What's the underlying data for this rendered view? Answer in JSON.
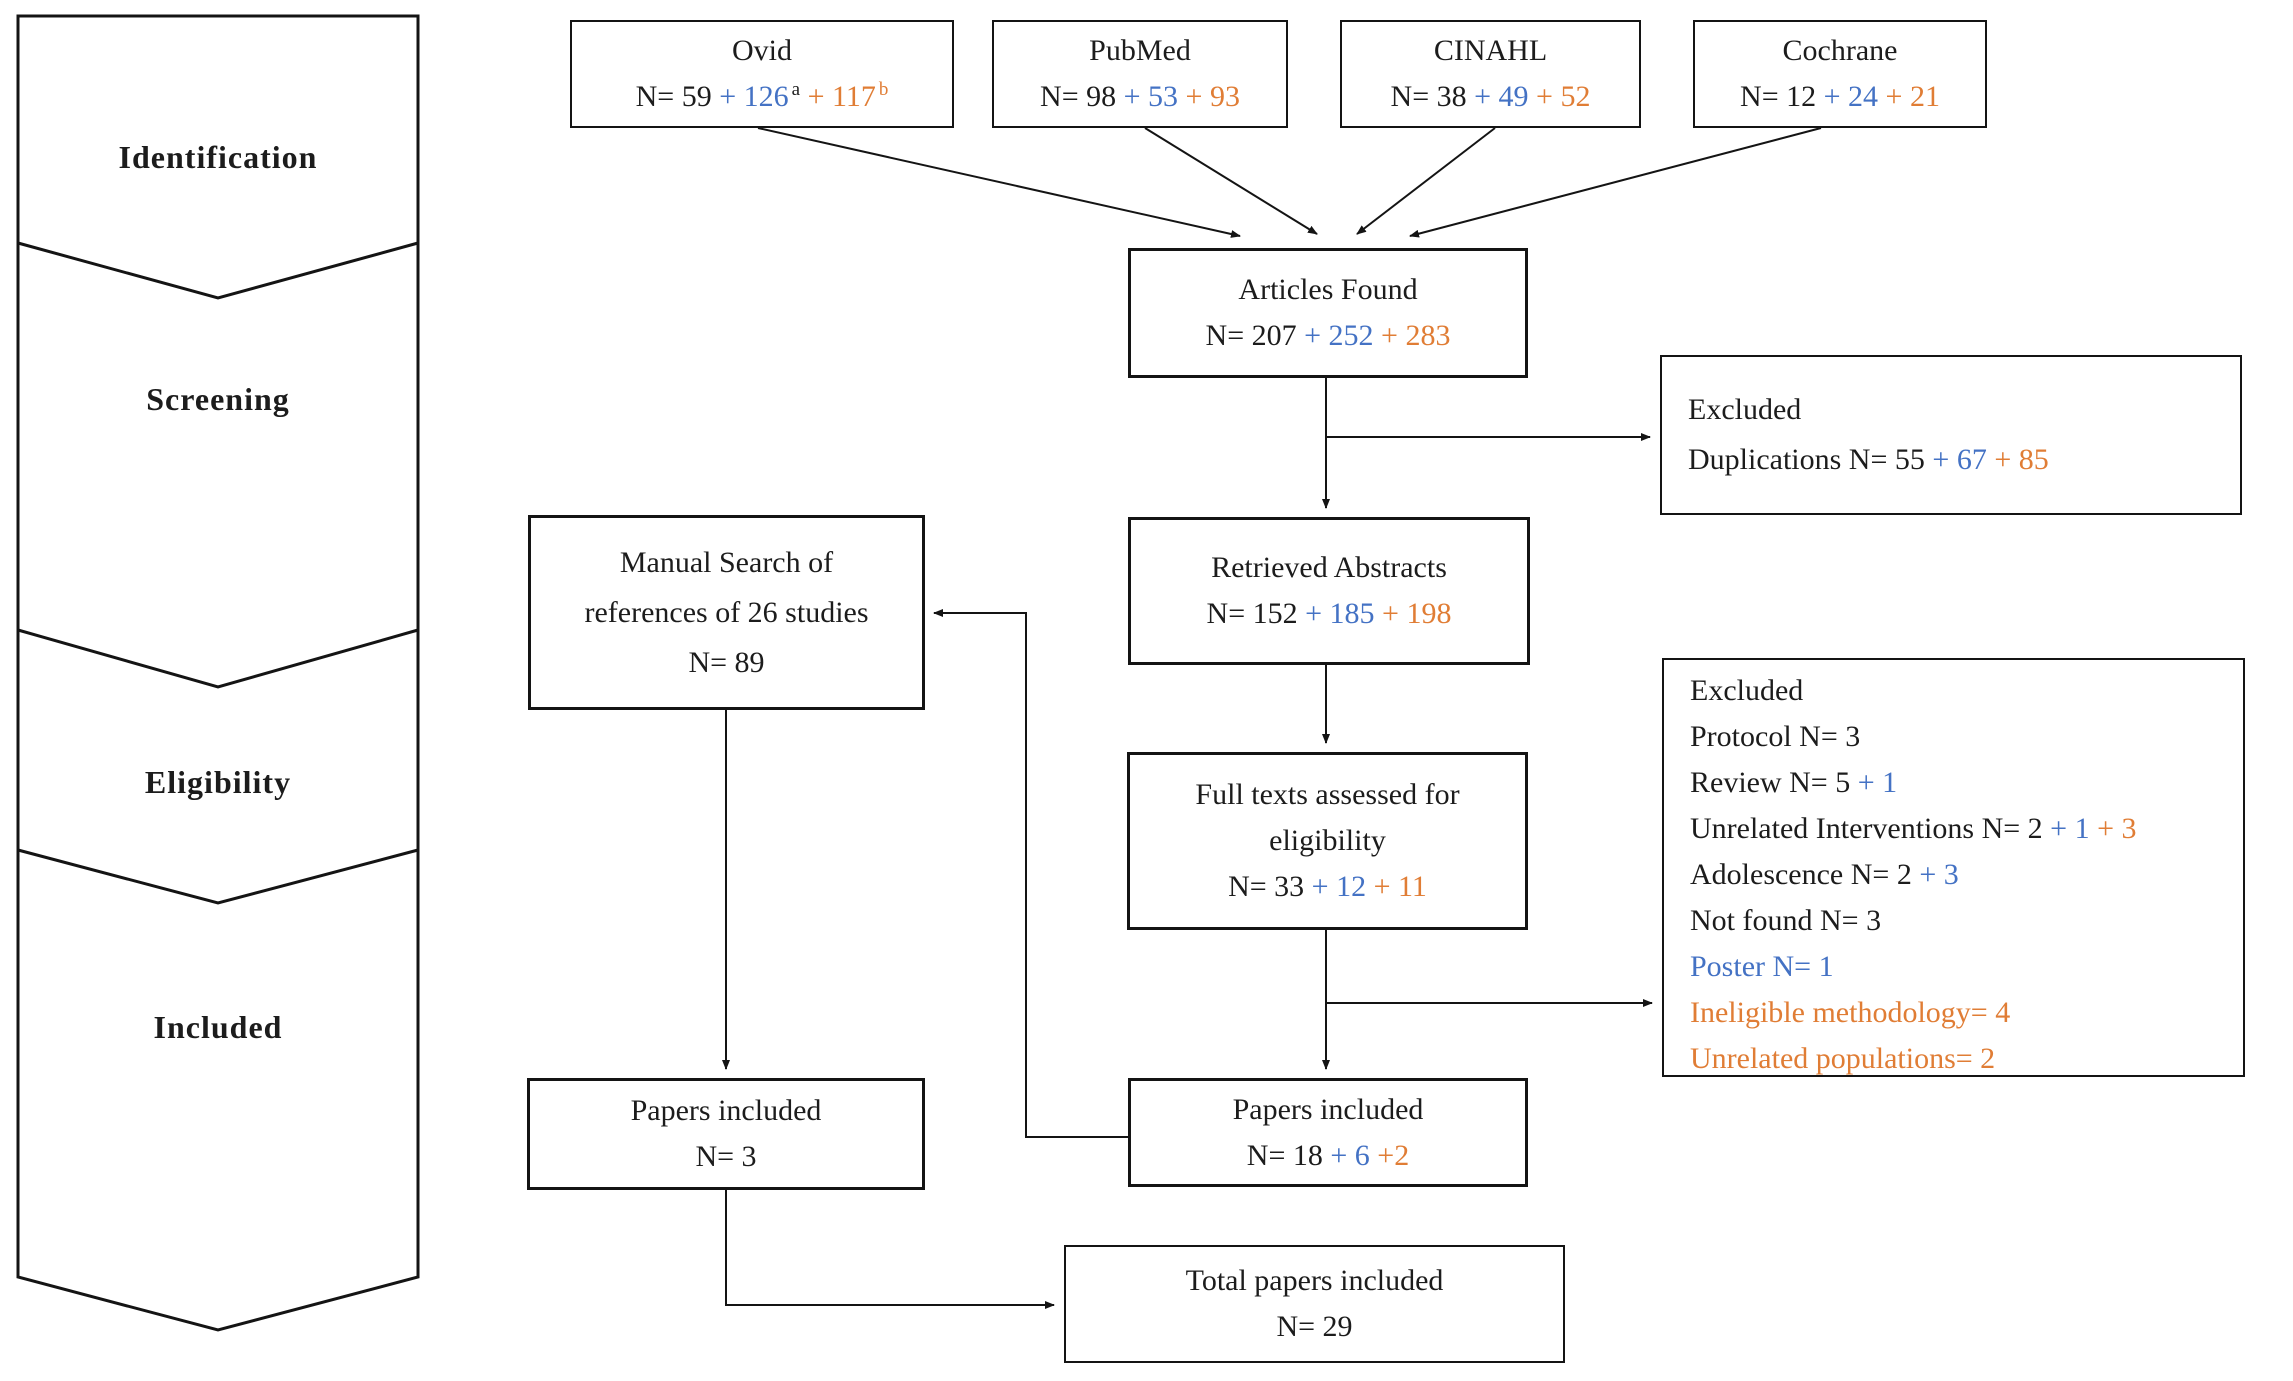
{
  "palette": {
    "wave1_black": "#1c1c1c",
    "wave2_blue": "#4472c4",
    "wave3_orange": "#e07d35",
    "line_color": "#141414",
    "background": "#ffffff"
  },
  "sidebar": {
    "stages": [
      {
        "label": "Identification"
      },
      {
        "label": "Screening"
      },
      {
        "label": "Eligibility"
      },
      {
        "label": "Included"
      }
    ]
  },
  "sources": [
    {
      "name": "Ovid",
      "n_black": "N= 59",
      "n_blue": "+ 126",
      "sup_a": "a",
      "n_orange": "+ 117",
      "sup_b": "b"
    },
    {
      "name": "PubMed",
      "n_black": "N= 98",
      "n_blue": "+ 53",
      "n_orange": "+ 93"
    },
    {
      "name": "CINAHL",
      "n_black": "N= 38",
      "n_blue": "+ 49",
      "n_orange": "+ 52"
    },
    {
      "name": "Cochrane",
      "n_black": "N= 12",
      "n_blue": "+ 24",
      "n_orange": "+ 21"
    }
  ],
  "flow": {
    "articles_found": {
      "title": "Articles Found",
      "n_black": "N= 207",
      "n_blue": "+ 252",
      "n_orange": "+ 283"
    },
    "excluded_duplications": {
      "line1": "Excluded",
      "line2_black": "Duplications N= 55",
      "line2_blue": "+ 67",
      "line2_orange": "+ 85"
    },
    "retrieved_abstracts": {
      "title": "Retrieved Abstracts",
      "n_black": "N= 152",
      "n_blue": "+ 185",
      "n_orange": "+ 198"
    },
    "manual_search": {
      "line1": "Manual Search of",
      "line2": "references of 26 studies",
      "line3": "N= 89"
    },
    "full_texts": {
      "line1": "Full texts assessed for",
      "line2": "eligibility",
      "n_black": "N= 33",
      "n_blue": "+ 12",
      "n_orange": "+ 11"
    },
    "excluded_eligibility": {
      "items": [
        {
          "black": "Excluded"
        },
        {
          "black": "Protocol N= 3"
        },
        {
          "black": "Review N= 5",
          "blue": "+ 1"
        },
        {
          "black": "Unrelated Interventions N= 2",
          "blue": "+ 1",
          "orange": "+ 3"
        },
        {
          "black": "Adolescence N= 2",
          "blue": "+ 3"
        },
        {
          "black": "Not found N= 3"
        },
        {
          "blue": "Poster N= 1"
        },
        {
          "orange": "Ineligible methodology= 4"
        },
        {
          "orange": "Unrelated populations= 2"
        }
      ]
    },
    "papers_included_manual": {
      "title": "Papers included",
      "n_black": "N= 3"
    },
    "papers_included_main": {
      "title": "Papers included",
      "n_black": "N= 18",
      "n_blue": "+ 6",
      "n_orange": "+2"
    },
    "total_included": {
      "title": "Total papers included",
      "n_black": "N= 29"
    }
  }
}
